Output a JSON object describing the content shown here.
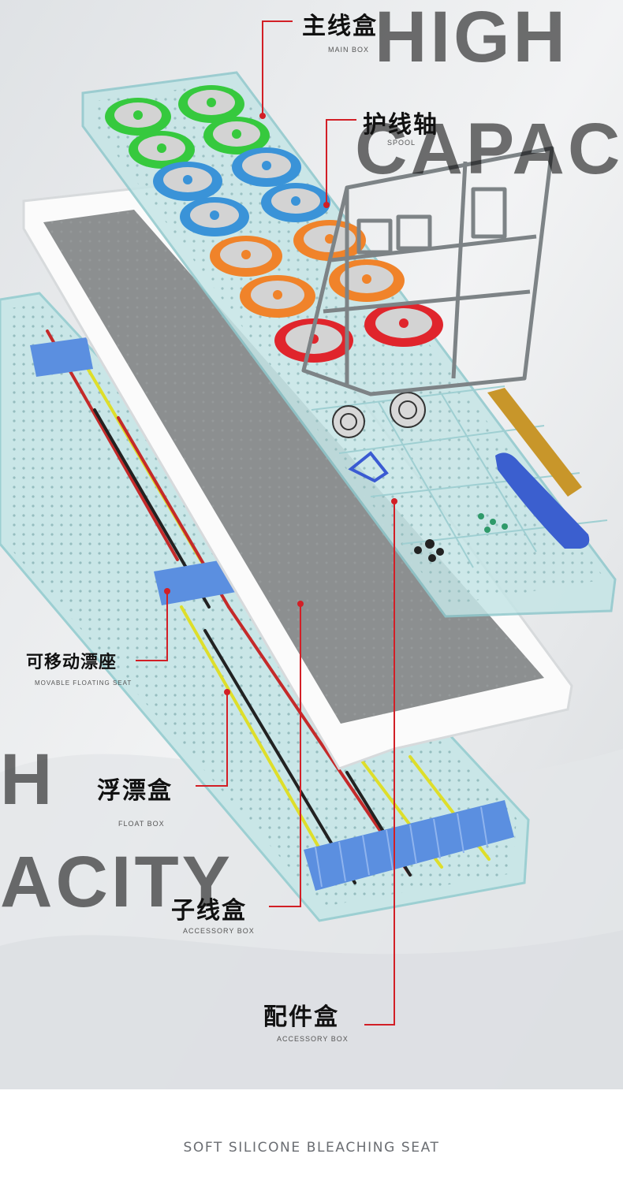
{
  "watermarks": {
    "w1": "HIGH",
    "w2": "CAPAC",
    "w3": "H",
    "w4": "ACITY"
  },
  "labels": {
    "main_box": {
      "cn": "主线盒",
      "en": "MAIN BOX"
    },
    "spool": {
      "cn": "护线轴",
      "en": "SPOOL"
    },
    "movable_seat": {
      "cn": "可移动漂座",
      "en": "MOVABLE FLOATING SEAT"
    },
    "float_box": {
      "cn": "浮漂盒",
      "en": "FLOAT BOX"
    },
    "sub_line_box": {
      "cn": "子线盒",
      "en": "ACCESSORY BOX"
    },
    "accessory_box": {
      "cn": "配件盒",
      "en": "ACCESSORY BOX"
    }
  },
  "footer": {
    "text": "SOFT SILICONE BLEACHING SEAT"
  },
  "colors": {
    "leader_line": "#d21f26",
    "clear_case": "#bfe3e4",
    "spool_green": "#36c93e",
    "spool_blue": "#3a93d8",
    "spool_orange": "#f0832a",
    "spool_red": "#e0252c",
    "foam_gray": "#8c8f90",
    "foam_blue": "#5b8fe0"
  }
}
